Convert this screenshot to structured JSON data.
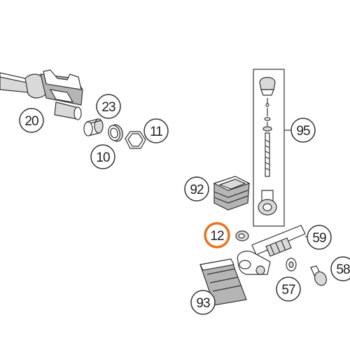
{
  "colors": {
    "highlight": "#e8731e",
    "stroke": "#333333",
    "fill_light": "#d9d9d9",
    "fill_dark": "#b5b5b5"
  },
  "callouts": [
    {
      "id": "20",
      "label": "20"
    },
    {
      "id": "23",
      "label": "23"
    },
    {
      "id": "11",
      "label": "11"
    },
    {
      "id": "10",
      "label": "10"
    },
    {
      "id": "95",
      "label": "95"
    },
    {
      "id": "92",
      "label": "92"
    },
    {
      "id": "12",
      "label": "12",
      "highlighted": true
    },
    {
      "id": "59",
      "label": "59"
    },
    {
      "id": "58",
      "label": "58"
    },
    {
      "id": "57",
      "label": "57"
    },
    {
      "id": "93",
      "label": "93"
    }
  ]
}
